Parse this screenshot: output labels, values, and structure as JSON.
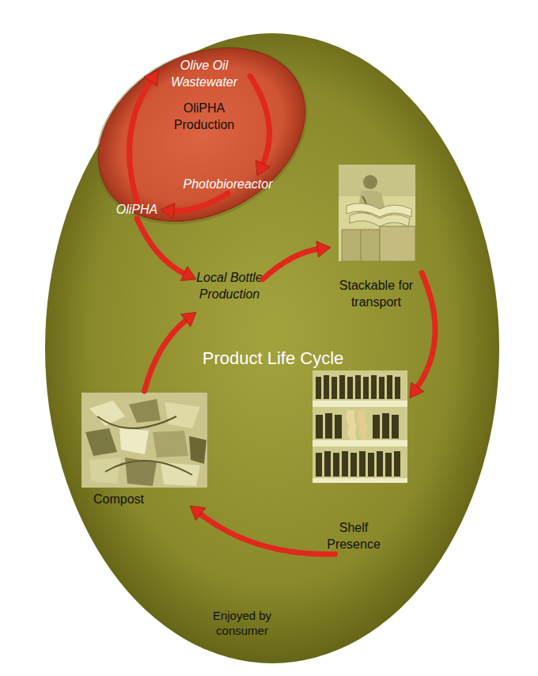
{
  "diagram": {
    "nodes": [
      {
        "text": [
          "Product Life Cycle"
        ]
      },
      {
        "text": [
          "OliPHA Production"
        ],
        "in": 0
      },
      {
        "text": [
          "Olive Oil Wastewater"
        ],
        "in": 1
      },
      {
        "text": [
          "Photobioreactor"
        ],
        "in": 1
      },
      {
        "text": [
          "OliPHA"
        ],
        "in": 1
      },
      {
        "text": [
          "Local Bottle Production"
        ],
        "in": 0
      },
      {
        "text": [
          "Stackable for transport"
        ],
        "in": 0
      },
      {
        "text": [
          "Shelf Presence"
        ],
        "in": 0
      },
      {
        "text": [
          "Compost"
        ],
        "in": 0
      }
    ],
    "edges": [
      {
        "from": 4,
        "to": 2,
        "arrow": "to"
      },
      {
        "from": 2,
        "to": 3,
        "arrow": "to"
      },
      {
        "from": 3,
        "to": 4,
        "arrow": "to"
      },
      {
        "from": 4,
        "to": 5,
        "arrow": "to"
      },
      {
        "from": 5,
        "to": 6,
        "arrow": "to"
      },
      {
        "from": 6,
        "to": 7,
        "arrow": "to"
      },
      {
        "from": 7,
        "to": 8,
        "label": "Enjoyed by consumer",
        "arrow": "to"
      },
      {
        "from": 8,
        "to": 5,
        "arrow": "to"
      }
    ]
  }
}
